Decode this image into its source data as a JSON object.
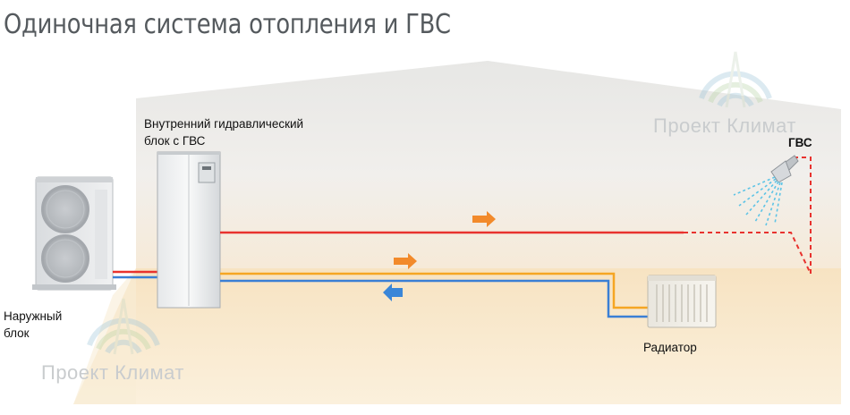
{
  "title": "Одиночная система отопления и ГВС",
  "labels": {
    "indoor_unit": [
      "Внутренний гидравлический",
      "блок с ГВС"
    ],
    "dhw": "ГВС",
    "outdoor_unit": [
      "Наружный",
      "блок"
    ],
    "radiator": "Радиатор"
  },
  "watermark": "Проект Климат",
  "colors": {
    "hot_pipe": "#e8322e",
    "supply_pipe": "#f5a623",
    "return_pipe": "#3a7fd5",
    "arrow_orange": "#f28a2b",
    "arrow_blue": "#3a86d8",
    "water_spray": "#5ec4e6"
  },
  "icons": [
    "outdoor-unit-icon",
    "indoor-unit-icon",
    "shower-head-icon",
    "radiator-icon",
    "flow-arrow-icon",
    "watermark-logo-icon"
  ]
}
